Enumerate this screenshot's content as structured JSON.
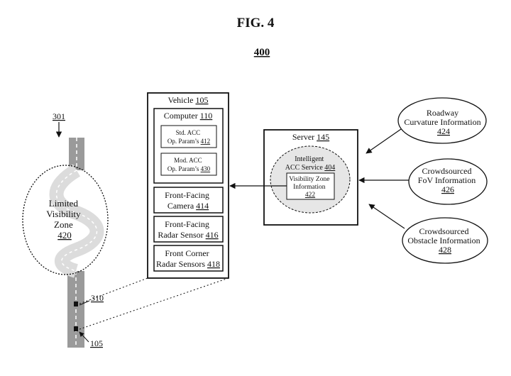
{
  "figure": {
    "title": "FIG. 4",
    "number": "400"
  },
  "road": {
    "ref_top": "301",
    "zone_label_lines": [
      "Limited",
      "Visibility",
      "Zone"
    ],
    "zone_ref": "420",
    "ref_310": "310",
    "ref_105": "105"
  },
  "vehicle": {
    "label": "Vehicle ",
    "ref": "105",
    "computer": {
      "label": "Computer ",
      "ref": "110",
      "std_line1": "Std. ACC",
      "std_line2": "Op. Param’s ",
      "std_ref": "412",
      "mod_line1": "Mod. ACC",
      "mod_line2": "Op. Param’s ",
      "mod_ref": "430"
    },
    "camera_line1": "Front-Facing",
    "camera_line2": "Camera ",
    "camera_ref": "414",
    "radar_line1": "Front-Facing",
    "radar_line2": "Radar Sensor ",
    "radar_ref": "416",
    "corner_line1": "Front Corner",
    "corner_line2": "Radar Sensors ",
    "corner_ref": "418"
  },
  "server": {
    "label": "Server ",
    "ref": "145",
    "service_line1": "Intelligent",
    "service_line2": "ACC Service ",
    "service_ref": "404",
    "vz_line1": "Visibility Zone",
    "vz_line2": "Information",
    "vz_ref": "422"
  },
  "sources": [
    {
      "line1": "Roadway",
      "line2": "Curvature Information",
      "ref": "424"
    },
    {
      "line1": "Crowdsourced",
      "line2": "FoV Information",
      "ref": "426"
    },
    {
      "line1": "Crowdsourced",
      "line2": "Obstacle Information",
      "ref": "428"
    }
  ],
  "colors": {
    "ink": "#111111",
    "road": "#9a9a9a",
    "cloud": "#e6e6e6"
  }
}
